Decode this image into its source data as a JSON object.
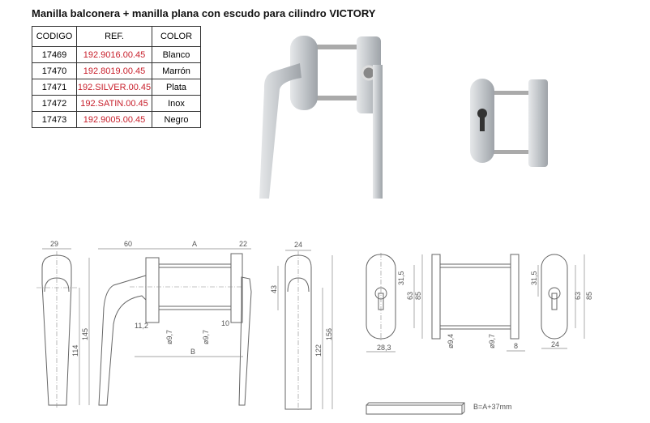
{
  "title": "Manilla balconera + manilla plana con escudo para cilindro VICTORY",
  "table": {
    "headers": [
      "CODIGO",
      "REF.",
      "COLOR"
    ],
    "rows": [
      {
        "codigo": "17469",
        "ref": "192.9016.00.45",
        "color": "Blanco"
      },
      {
        "codigo": "17470",
        "ref": "192.8019.00.45",
        "color": "Marrón"
      },
      {
        "codigo": "17471",
        "ref": "192.SILVER.00.45",
        "color": "Plata"
      },
      {
        "codigo": "17472",
        "ref": "192.SATIN.00.45",
        "color": "Inox"
      },
      {
        "codigo": "17473",
        "ref": "192.9005.00.45",
        "color": "Negro"
      }
    ]
  },
  "colors": {
    "ref_text": "#c8202c",
    "product_grey": "#c4c8cc"
  },
  "drawing": {
    "handle_front": {
      "width": "29",
      "h1": "114",
      "h2": "145"
    },
    "handle_side": {
      "d60": "60",
      "a": "A",
      "d22": "22",
      "b": "B",
      "d11": "11,2",
      "dia1": "ø9,7",
      "dia2": "ø9,7",
      "d10": "10"
    },
    "handle_flat": {
      "width": "24",
      "d43": "43",
      "h1": "122",
      "h2": "156"
    },
    "escutcheon_front": {
      "d31": "31,5",
      "d63": "63",
      "d85": "85",
      "width": "28,3"
    },
    "escutcheon_side": {
      "dia1": "ø9,4",
      "dia2": "ø9,7",
      "d8": "8"
    },
    "escutcheon_back": {
      "d31": "31,5",
      "d63": "63",
      "d85": "85",
      "width": "24"
    },
    "formula": "B=A+37mm"
  }
}
